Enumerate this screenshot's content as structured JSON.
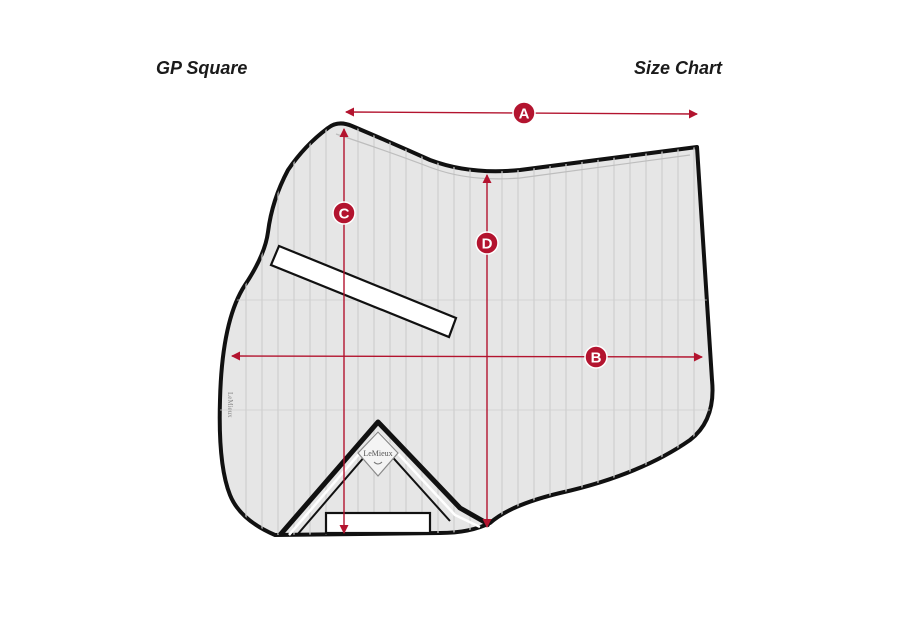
{
  "headings": {
    "left": "GP Square",
    "right": "Size Chart"
  },
  "brand": {
    "name": "LeMieux",
    "side_label": "LeMieux"
  },
  "markers": {
    "a": "A",
    "b": "B",
    "c": "C",
    "d": "D"
  },
  "colors": {
    "measure": "#b3142f",
    "pad_fill": "#e6e6e6",
    "pad_outline": "#111111",
    "quilting": "#cfcfcf"
  }
}
